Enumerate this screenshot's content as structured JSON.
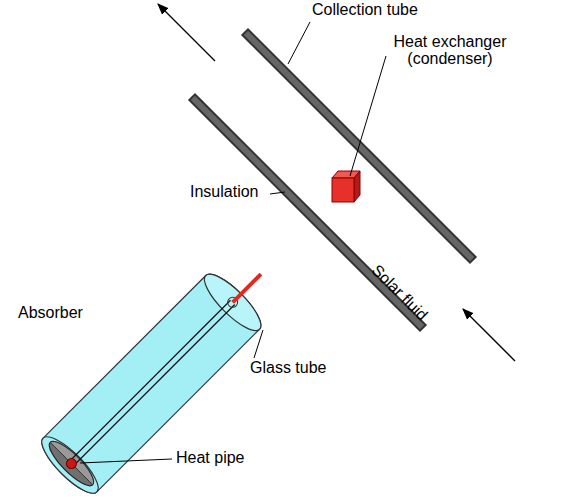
{
  "diagram": {
    "labels": [
      "Collection tube",
      "Heat exchanger (condenser)",
      "Insulation",
      "Solar fluid",
      "Absorber",
      "Glass tube",
      "Heat pipe"
    ]
  }
}
